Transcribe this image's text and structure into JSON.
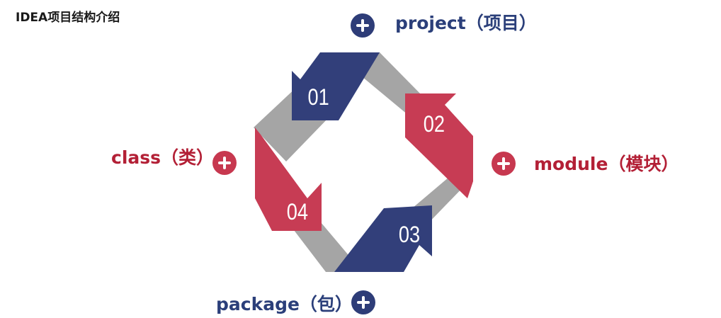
{
  "title": "IDEA项目结构介绍",
  "colors": {
    "navy": "#323f7a",
    "red": "#c73c54",
    "gray": "#a5a5a5"
  },
  "steps": [
    {
      "number": "01",
      "label": "project（项目）",
      "color": "navy",
      "icon": "plus-circle-icon"
    },
    {
      "number": "02",
      "label": "module（模块）",
      "color": "red",
      "icon": "plus-circle-icon"
    },
    {
      "number": "03",
      "label": "package（包）",
      "color": "navy",
      "icon": "plus-circle-icon"
    },
    {
      "number": "04",
      "label": "class（类）",
      "color": "red",
      "icon": "plus-circle-icon"
    }
  ]
}
